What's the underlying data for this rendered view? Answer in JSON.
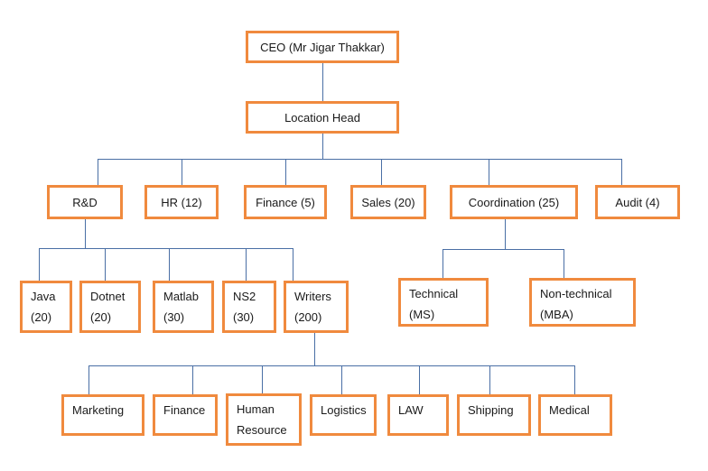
{
  "colors": {
    "box_border": "#f08a3e",
    "connector": "#4a6fa5",
    "background": "#ffffff"
  },
  "nodes": {
    "ceo": "CEO (Mr Jigar Thakkar)",
    "location_head": "Location Head",
    "rnd": "R&D",
    "hr": "HR (12)",
    "finance_dept": "Finance (5)",
    "sales": "Sales (20)",
    "coordination": "Coordination (25)",
    "audit": "Audit (4)",
    "java": [
      "Java",
      "(20)"
    ],
    "dotnet": [
      "Dotnet",
      "(20)"
    ],
    "matlab": [
      "Matlab",
      "(30)"
    ],
    "ns2": [
      "NS2",
      "(30)"
    ],
    "writers": [
      "Writers",
      "(200)"
    ],
    "technical": [
      "Technical",
      "(MS)"
    ],
    "non_technical": [
      "Non-technical",
      "(MBA)"
    ],
    "marketing": "Marketing",
    "finance_writers": "Finance",
    "human_resource": [
      "Human",
      "Resource"
    ],
    "logistics": "Logistics",
    "law": "LAW",
    "shipping": "Shipping",
    "medical": "Medical"
  }
}
